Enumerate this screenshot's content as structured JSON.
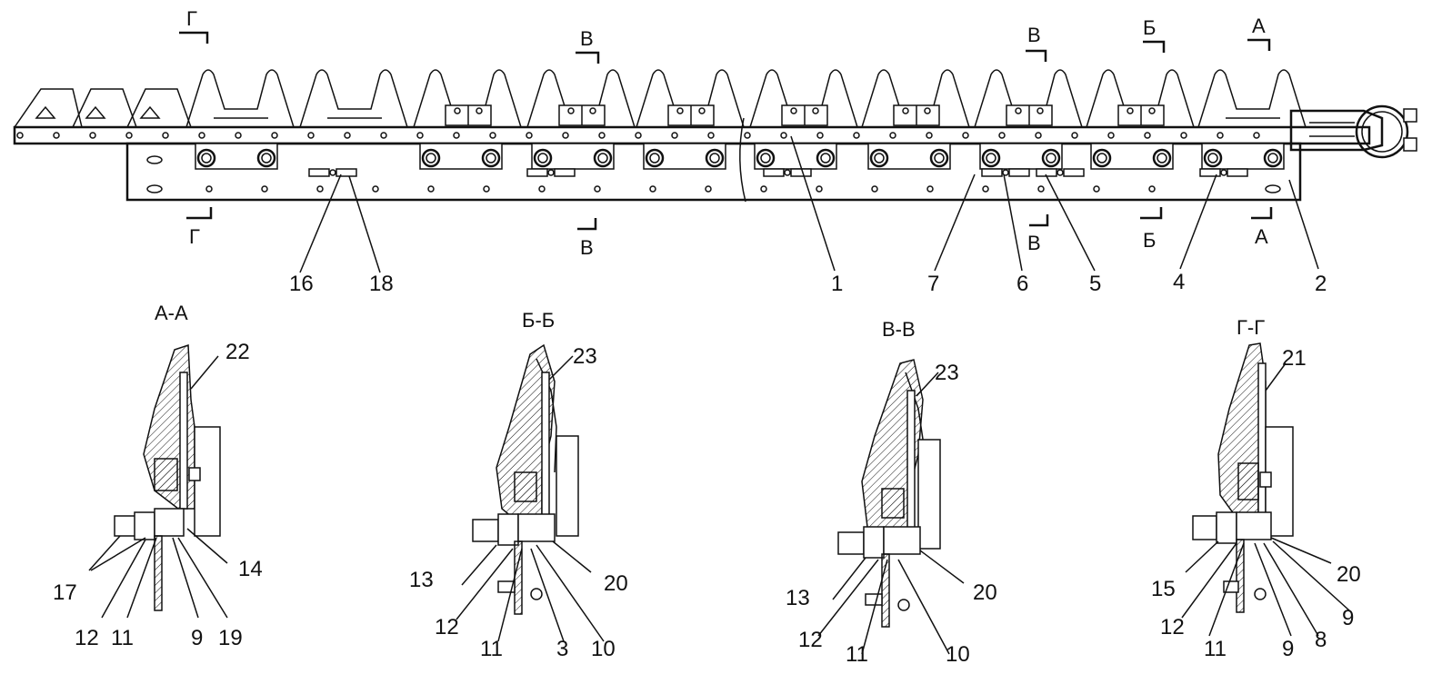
{
  "section_marks": {
    "A": "А",
    "B": "Б",
    "V": "В",
    "G": "Г"
  },
  "section_titles": [
    "А-А",
    "Б-Б",
    "В-В",
    "Г-Г"
  ],
  "main_callouts": [
    "16",
    "18",
    "1",
    "7",
    "6",
    "5",
    "4",
    "2"
  ],
  "section_aa_callouts": [
    "22",
    "17",
    "14",
    "12",
    "11",
    "9",
    "19"
  ],
  "section_bb_callouts": [
    "23",
    "13",
    "20",
    "12",
    "11",
    "3",
    "10"
  ],
  "section_vv_callouts": [
    "23",
    "13",
    "20",
    "12",
    "11",
    "10"
  ],
  "section_gg_callouts": [
    "21",
    "15",
    "20",
    "9",
    "12",
    "11",
    "9",
    "8"
  ]
}
